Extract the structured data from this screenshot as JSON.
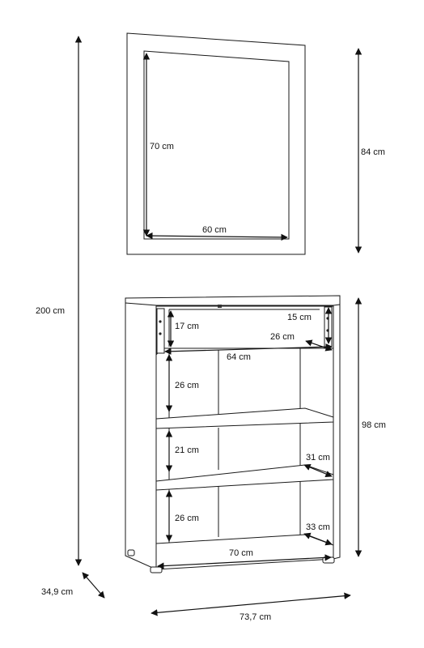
{
  "dimensions": {
    "total_height": "200 cm",
    "mirror_height": "84 cm",
    "mirror_glass_height": "70 cm",
    "mirror_glass_width": "60 cm",
    "top_compartment_height": "17 cm",
    "top_recess_height": "15 cm",
    "top_recess_depth": "26 cm",
    "inner_width_top": "64 cm",
    "compartment_1_height": "26 cm",
    "compartment_2_height": "21 cm",
    "compartment_3_height": "26 cm",
    "shelf_depth_upper": "31 cm",
    "shelf_depth_lower": "33 cm",
    "inner_width_bottom": "70 cm",
    "cabinet_height": "98 cm",
    "depth": "34,9 cm",
    "width": "73,7 cm"
  }
}
